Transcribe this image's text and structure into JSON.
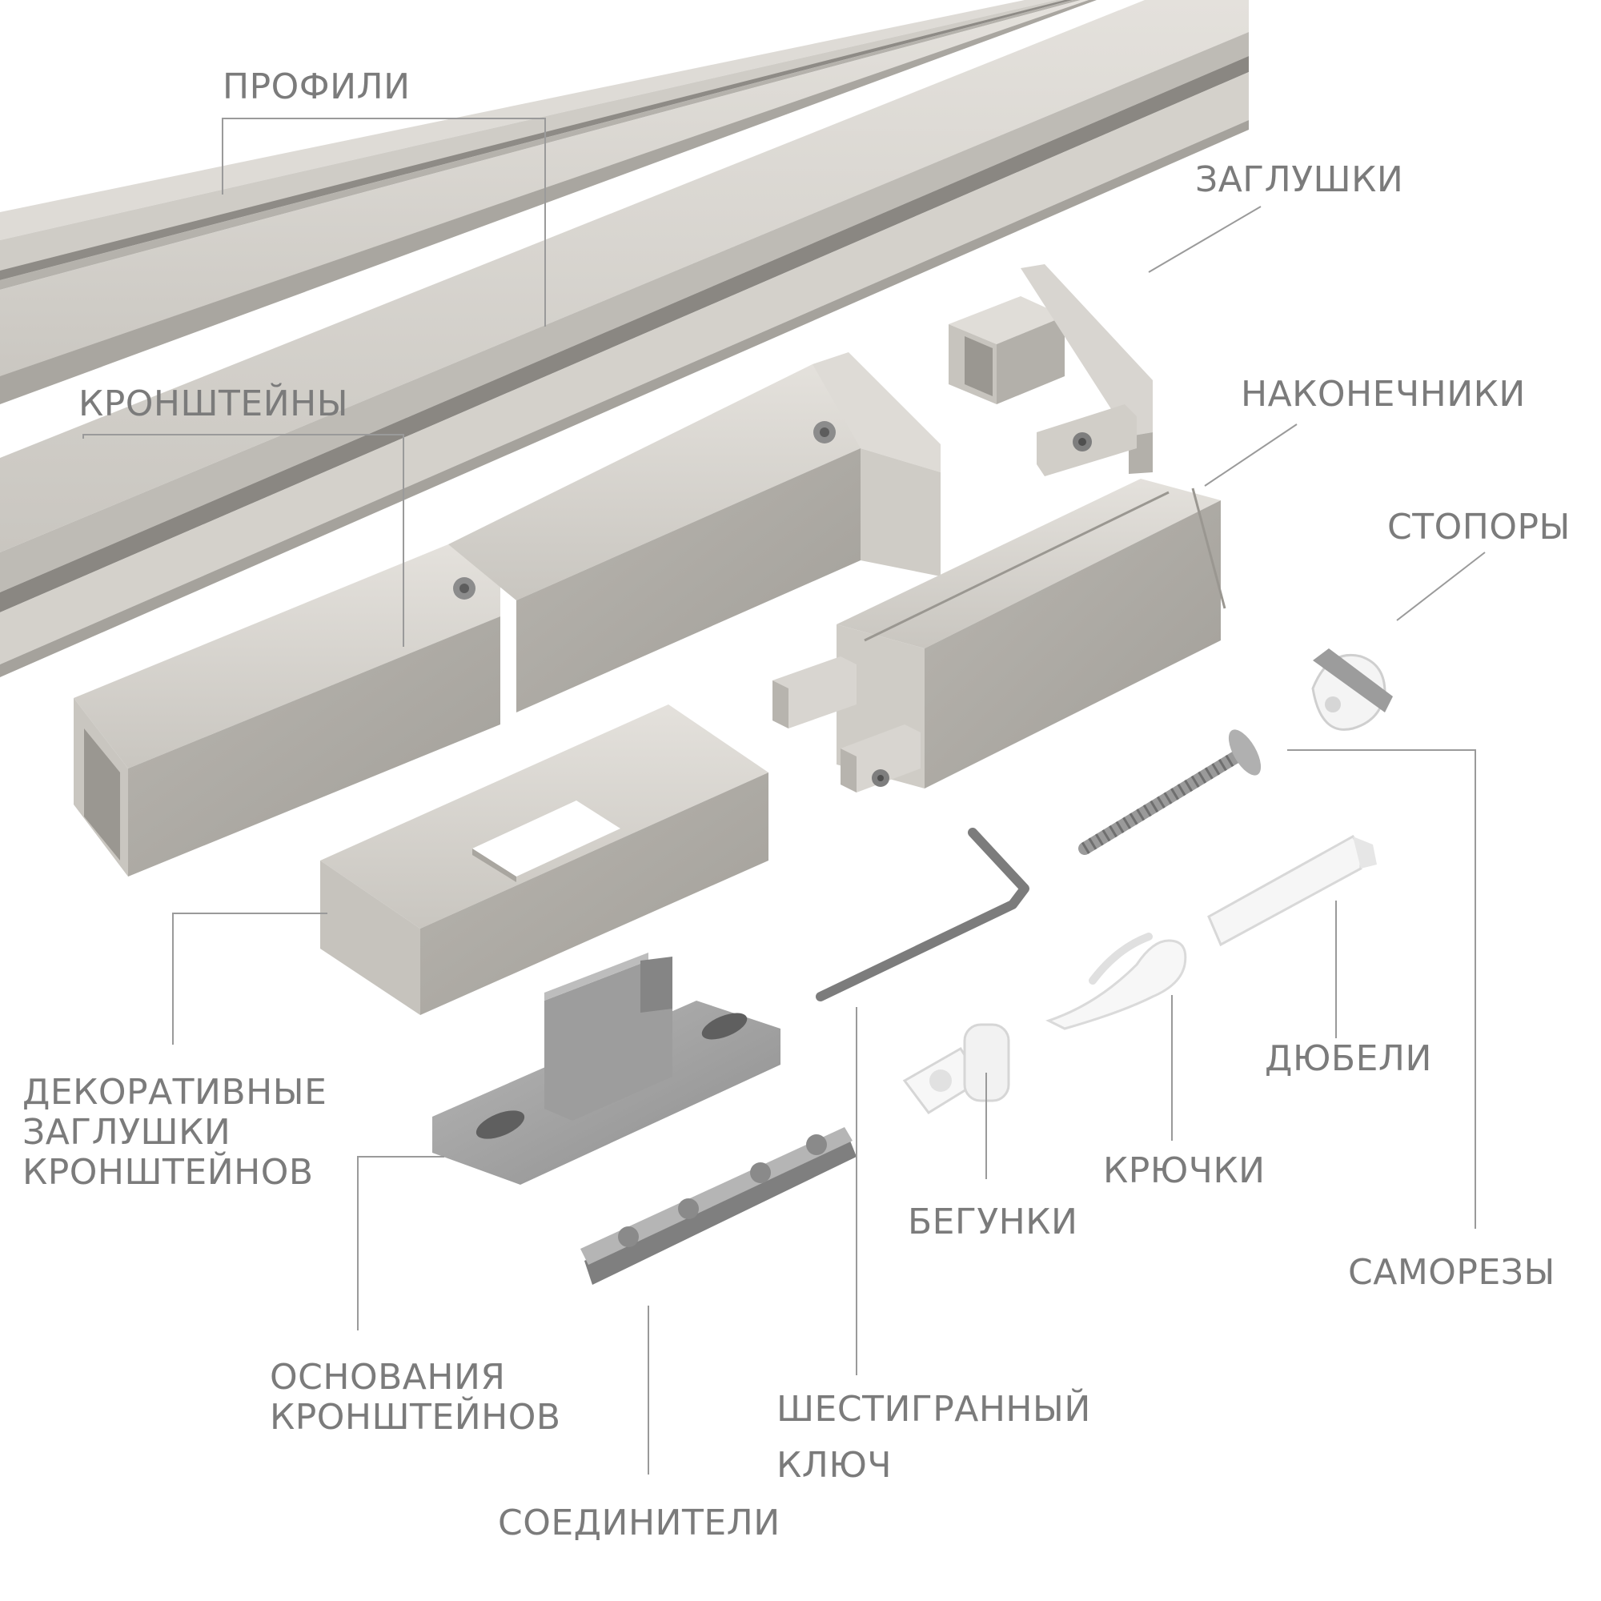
{
  "labels": {
    "profiles": "ПРОФИЛИ",
    "end_caps": "ЗАГЛУШКИ",
    "brackets": "КРОНШТЕЙНЫ",
    "finials": "НАКОНЕЧНИКИ",
    "stoppers": "СТОПОРЫ",
    "decor_caps": [
      "ДЕКОРАТИВНЫЕ",
      "ЗАГЛУШКИ",
      "КРОНШТЕЙНОВ"
    ],
    "dowels": "ДЮБЕЛИ",
    "hooks": "КРЮЧКИ",
    "runners": "БЕГУНКИ",
    "screws": "САМОРЕЗЫ",
    "bracket_bases": [
      "ОСНОВАНИЯ",
      "КРОНШТЕЙНОВ"
    ],
    "hex_key": [
      "ШЕСТИГРАННЫЙ",
      "КЛЮЧ"
    ],
    "connectors": "СОЕДИНИТЕЛИ"
  },
  "colors": {
    "label_text": "#7b7b7b",
    "leader_line": "#9a9a9a",
    "metal_light": "#d9d6d1",
    "metal_mid": "#c4c1bb",
    "metal_dark": "#9c9993",
    "plastic_white": "#f7f7f7"
  },
  "icons": {
    "screw": "screw-icon",
    "hex_key": "hex-key-icon",
    "dowel": "dowel-icon",
    "hook": "hook-icon",
    "runner": "runner-icon",
    "stopper": "stopper-icon"
  }
}
